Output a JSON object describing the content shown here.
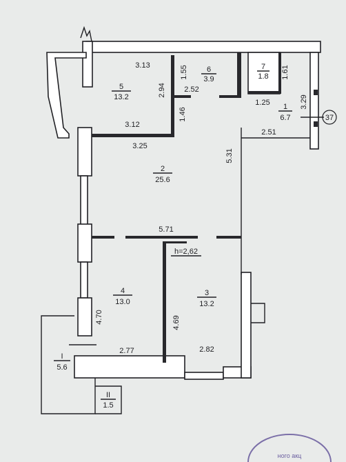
{
  "rooms": [
    {
      "id": "1",
      "area": "6.7"
    },
    {
      "id": "2",
      "area": "25.6"
    },
    {
      "id": "3",
      "area": "13.2"
    },
    {
      "id": "4",
      "area": "13.0"
    },
    {
      "id": "5",
      "area": "13.2"
    },
    {
      "id": "6",
      "area": "3.9"
    },
    {
      "id": "7",
      "area": "1.8"
    },
    {
      "id": "I",
      "area": "5.6"
    },
    {
      "id": "II",
      "area": "1.5"
    }
  ],
  "dimensions": {
    "d313": "3.13",
    "d294": "2.94",
    "d155": "1.55",
    "d252": "2.52",
    "d161": "1.61",
    "d125": "1.25",
    "d329": "3.29",
    "d146": "1.46",
    "d312": "3.12",
    "d251": "2.51",
    "d325": "3.25",
    "d531": "5.31",
    "d571": "5.71",
    "d470": "4.70",
    "d469": "4.69",
    "d277": "2.77",
    "d282": "2.82"
  },
  "ceiling_height": "h=2,62",
  "entrance_marker": "37",
  "stamp_text": "ного акц"
}
